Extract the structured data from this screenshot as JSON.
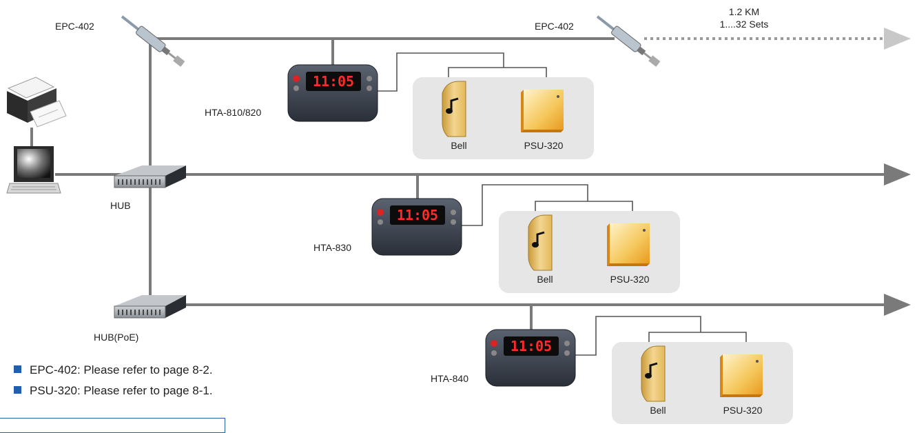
{
  "labels": {
    "epc_left": "EPC-402",
    "epc_right": "EPC-402",
    "distance": "1.2 KM",
    "sets": "1....32 Sets",
    "hub": "HUB",
    "hub_poe": "HUB(PoE)",
    "terminal_1": "HTA-810/820",
    "terminal_2": "HTA-830",
    "terminal_3": "HTA-840",
    "bell": "Bell",
    "psu": "PSU-320"
  },
  "clock_display": "11:05",
  "notes": [
    "EPC-402: Please refer to page 8-2.",
    "PSU-320: Please refer to page 8-1."
  ],
  "colors": {
    "bus_line": "#7a7a7a",
    "panel": "#e6e6e6",
    "bullet": "#1f5fae",
    "led": "#ff2a2a",
    "bell": "#e8c46a",
    "psu": "#f2b33a"
  },
  "icons": [
    "printer-icon",
    "computer-icon",
    "hub-icon",
    "converter-icon",
    "time-terminal-icon",
    "bell-icon",
    "psu-icon",
    "arrow-right-icon"
  ]
}
